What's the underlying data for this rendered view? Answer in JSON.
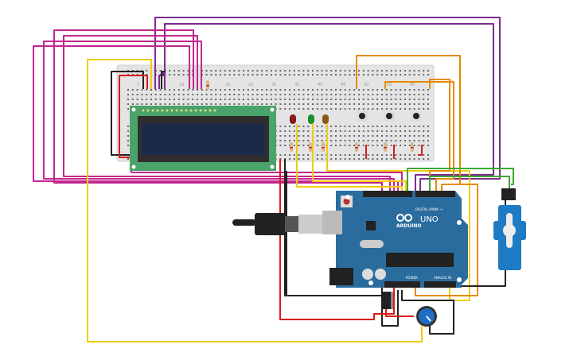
{
  "arduino": {
    "brand": "ARDUINO",
    "model": "UNO",
    "digital_label": "DIGITAL (PWM ~)",
    "power_label": "POWER",
    "analog_label": "ANALOG IN",
    "color": "#2b6c9e"
  },
  "breadboard": {
    "column_numbers": [
      "1",
      "10",
      "20",
      "25",
      "30",
      "35",
      "40",
      "45",
      "50",
      "55",
      "60"
    ]
  },
  "components": {
    "leds": [
      {
        "color": "#8b1a1a"
      },
      {
        "color": "#1f8f2a"
      },
      {
        "color": "#8a5a12"
      }
    ],
    "lcd_screen_color": "#1c2a4a",
    "servo_color": "#1e7bc4"
  },
  "wire_colors": {
    "purple": "#7b2d8e",
    "pink": "#c2268f",
    "yellow": "#f2cc0c",
    "orange": "#e68a00",
    "black": "#222222",
    "red": "#d91a1a",
    "green": "#3aa832"
  }
}
